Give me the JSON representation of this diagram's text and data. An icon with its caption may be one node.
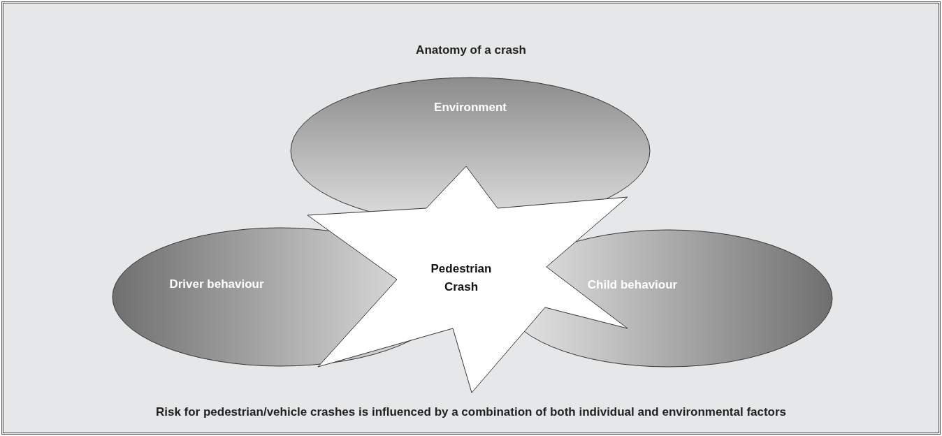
{
  "diagram": {
    "title": "Anatomy of a crash",
    "caption": "Risk for pedestrian/vehicle crashes is influenced by a combination of both individual and environmental factors",
    "nodes": [
      {
        "text": [
          "Environment"
        ]
      },
      {
        "text": [
          "Driver behaviour"
        ]
      },
      {
        "text": [
          "Child behaviour"
        ]
      },
      {
        "text": [
          "Pedestrian Crash"
        ]
      }
    ]
  }
}
